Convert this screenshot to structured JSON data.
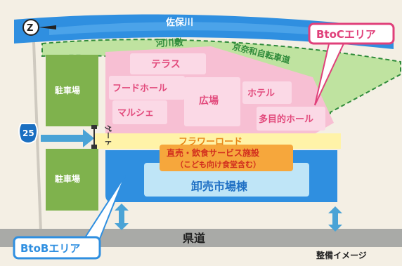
{
  "colors": {
    "background": "#f4efe4",
    "river": "#2f8fe0",
    "riverbed": "#bfe3a0",
    "btoc_zone": "#f7bfd3",
    "btoc_building": "#fbd9e6",
    "btoc_text": "#e24a7c",
    "parking": "#7fb24d",
    "road": "#a9aaa7",
    "flower_road": "#fff3a8",
    "market_zone": "#2f8fe0",
    "market_building": "#bfe5f7",
    "food_service": "#f6a73c",
    "callout_btoc": "#e0407a",
    "callout_btob": "#2f8fe0",
    "arrow": "#4aa3d6",
    "route_shield": "#1a6fc1"
  },
  "labels": {
    "river": "佐保川",
    "riverbed": "河川敷",
    "cycle_road": "京奈和自転車道",
    "terrace": "テラス",
    "food_hall": "フードホール",
    "plaza": "広場",
    "hotel": "ホテル",
    "marche": "マルシェ",
    "multipurpose_hall": "多目的ホール",
    "parking_top": "駐車場",
    "parking_bottom": "駐車場",
    "gate": "ゲート",
    "route_number": "25",
    "flower_road": "フラワーロード",
    "food_service_line1": "直売・飲食サービス施設",
    "food_service_line2": "（こども向け食堂含む）",
    "wholesale_market": "卸売市場棟",
    "prefectural_road": "県道",
    "image_note": "整備イメージ"
  },
  "callouts": {
    "btoc": "BtoCエリア",
    "btob": "BtoBエリア"
  },
  "compass": {
    "north_letter": "Z"
  }
}
